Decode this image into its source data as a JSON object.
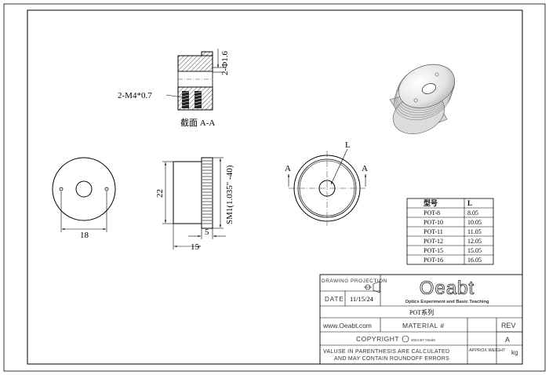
{
  "section_view": {
    "hole_label": "2-Φ1.6",
    "thread_label": "2-M4*0.7",
    "caption": "截面 A-A"
  },
  "front_view": {
    "dim_width": "18"
  },
  "side_view": {
    "dim_diameter": "22",
    "dim_thread": "SM1(1.035\" -40)",
    "dim_flange": "5",
    "dim_length": "15"
  },
  "rear_view": {
    "label_L": "L",
    "section_left": "A",
    "section_right": "A"
  },
  "spec_table": {
    "headers": [
      "型号",
      "L"
    ],
    "rows": [
      [
        "POT-8",
        "8.05"
      ],
      [
        "POT-10",
        "10.05"
      ],
      [
        "POT-11",
        "11.05"
      ],
      [
        "POT-12",
        "12.05"
      ],
      [
        "POT-15",
        "15.05"
      ],
      [
        "POT-16",
        "16.05"
      ]
    ]
  },
  "title_block": {
    "drawing_projection": "DRAWING PROJECTION",
    "date_label": "DATE",
    "date_value": "11/15/24",
    "brand": "Oeabt",
    "brand_tagline": "Optics Experiment and Basic Teaching",
    "part_name": "POT系列",
    "website": "www.Oeabt.com",
    "material": "MATERIAL #",
    "rev_label": "REV",
    "rev_value": "A",
    "copyright": "COPYRIGHT",
    "copyright_year": "2024 BY Oeabt",
    "disclaimer_1": "VALUSE IN PARENTHESIS ARE CALCULATED",
    "disclaimer_2": "AND MAY CONTAIN ROUNDOFF ERRORS",
    "approx_weight": "APPROX WEIGHT",
    "weight_unit": "kg"
  }
}
